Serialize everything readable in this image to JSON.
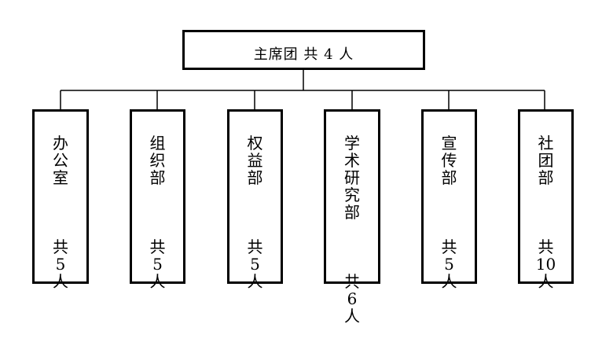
{
  "org_chart": {
    "root": {
      "label": "主席团 共 4 人"
    },
    "departments": [
      {
        "name": "办公室",
        "count": "共\n5\n人"
      },
      {
        "name": "组织部",
        "count": "共\n5\n人"
      },
      {
        "name": "权益部",
        "count": "共\n5\n人"
      },
      {
        "name": "学术研究部",
        "count": "共\n6\n人"
      },
      {
        "name": "宣传部",
        "count": "共\n5\n人"
      },
      {
        "name": "社团部",
        "count": "共\n10\n人"
      }
    ]
  },
  "colors": {
    "line": "#000000",
    "background": "#ffffff"
  }
}
